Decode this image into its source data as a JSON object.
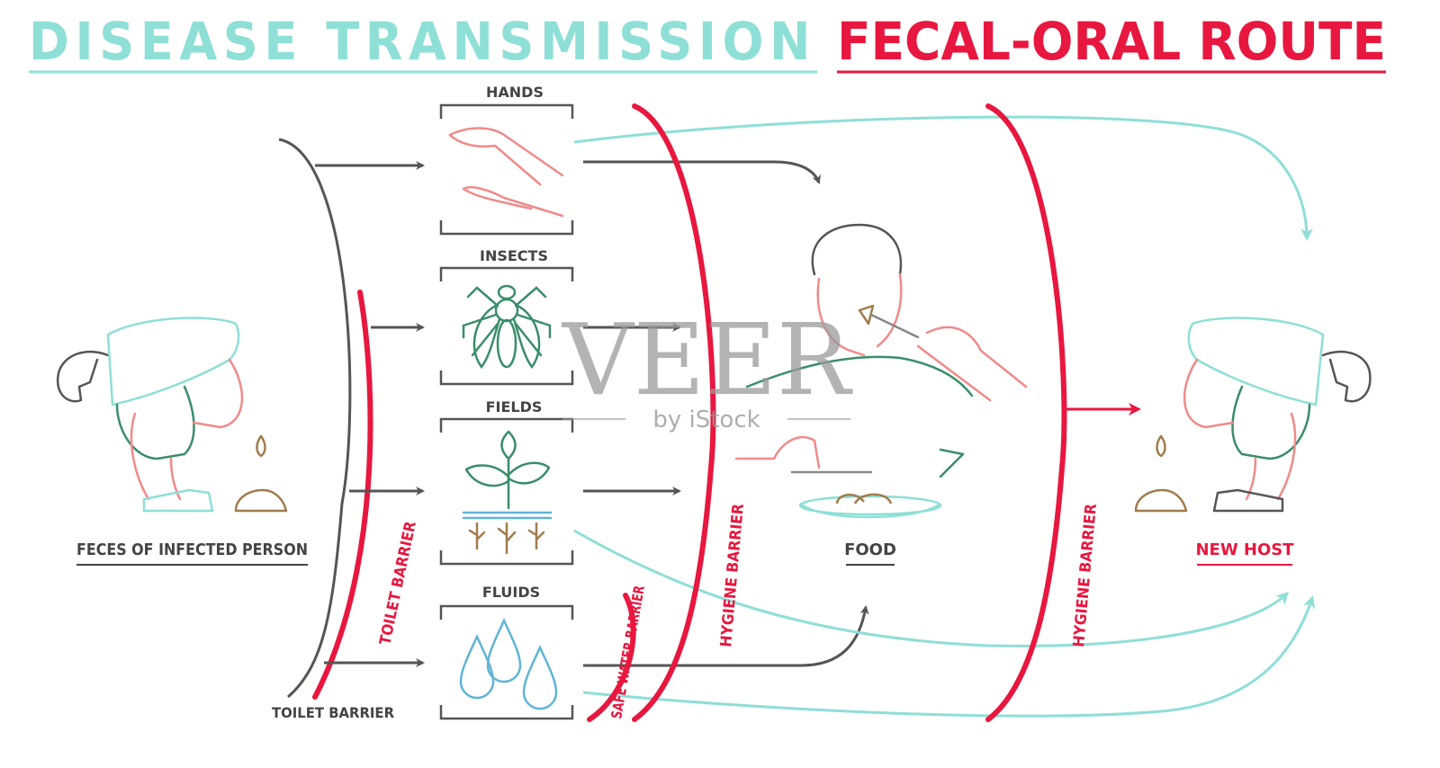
{
  "title": {
    "left": "DISEASE TRANSMISSION",
    "right": "FECAL-ORAL ROUTE"
  },
  "sources": {
    "hands": "HANDS",
    "insects": "INSECTS",
    "fields": "FIELDS",
    "fluids": "FLUIDS"
  },
  "labels": {
    "feces": "FECES OF INFECTED PERSON",
    "food": "FOOD",
    "new_host": "NEW HOST",
    "toilet_barrier_bottom": "TOILET BARRIER"
  },
  "barriers": {
    "toilet": "TOILET BARRIER",
    "safe_water": "SAFE WATER BARRIER",
    "hygiene_1": "HYGIENE BARRIER",
    "hygiene_2": "HYGIENE BARRIER"
  },
  "watermark": {
    "brand": "VEER",
    "sub": "by iStock"
  },
  "colors": {
    "teal": "#8edfd6",
    "red": "#e8173f",
    "dark": "#555555",
    "pink": "#f08a8a",
    "brown": "#a07c4d",
    "green": "#3a8d6a",
    "blue": "#5fb4d6"
  }
}
